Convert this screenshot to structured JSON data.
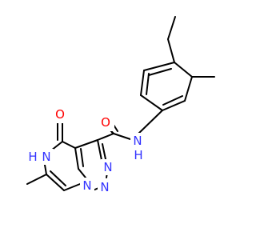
{
  "colors": {
    "bond": "#000000",
    "nitrogen": "#3333ff",
    "oxygen": "#ff0000",
    "background": "#ffffff"
  },
  "atoms": {
    "o_carbonyl_ring": "O",
    "o_amide": "O",
    "n_amide_h": "N",
    "h_amide": "H",
    "n_lactam": "N",
    "h_lactam": "H",
    "n_triazole_a": "N",
    "n_triazole_b": "N",
    "n_bridge": "N"
  }
}
